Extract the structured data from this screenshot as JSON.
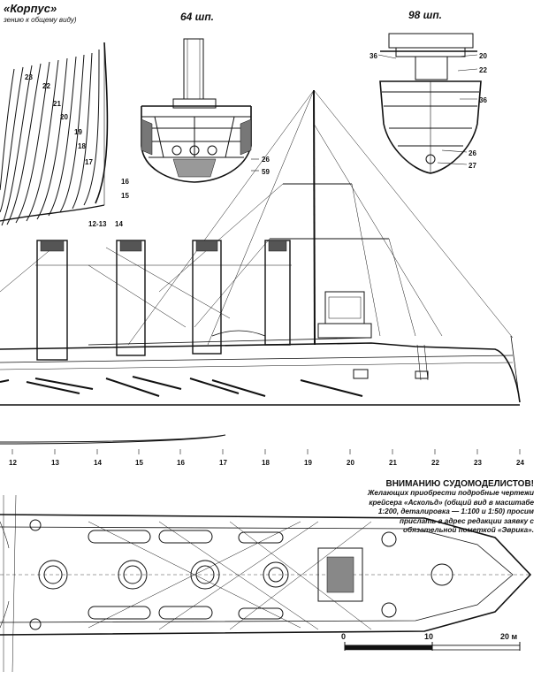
{
  "header": {
    "title": "«Корпус»",
    "subtitle": "зению к общему виду)"
  },
  "sections": {
    "frame64": "64 шп.",
    "frame98": "98 шп."
  },
  "frame_lines": [
    "23",
    "22",
    "21",
    "20",
    "19",
    "18",
    "17",
    "16",
    "15",
    "12-13",
    "14"
  ],
  "frame64_labels": [
    "26",
    "59"
  ],
  "frame98_labels": [
    "36",
    "20",
    "22",
    "36",
    "26",
    "27"
  ],
  "station_numbers": [
    "12",
    "13",
    "14",
    "15",
    "16",
    "17",
    "18",
    "19",
    "20",
    "21",
    "22",
    "23",
    "24"
  ],
  "notice": {
    "heading": "ВНИМАНИЮ СУДОМОДЕЛИСТОВ!",
    "lines": [
      "Желающих приобрести подробные чертежи",
      "крейсера «Аскольд» (общий вид в масштабе",
      "1:200, деталировка — 1:100 и 1:50) просим",
      "прислать в адрес редакции заявку с",
      "обязательной пометкой «Эврика»."
    ]
  },
  "scale": {
    "ticks": [
      "0",
      "10",
      "20 м"
    ]
  }
}
